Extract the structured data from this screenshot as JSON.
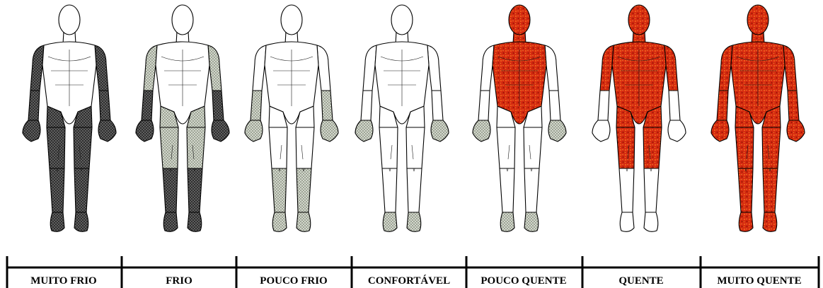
{
  "scale": {
    "labels": [
      "MUITO FRIO",
      "FRIO",
      "POUCO FRIO",
      "CONFORTÁVEL",
      "POUCO QUENTE",
      "QUENTE",
      "MUITO QUENTE"
    ]
  },
  "figures": [
    {
      "level": "MUITO FRIO",
      "shading": "dark-gray",
      "regions": [
        "arms",
        "hands",
        "lower-torso-sides",
        "legs",
        "feet"
      ]
    },
    {
      "level": "FRIO",
      "shading": "mixed-gray",
      "regions_light": [
        "upper-arms",
        "hips",
        "thighs"
      ],
      "regions_dark": [
        "forearms",
        "hands",
        "shins",
        "feet"
      ]
    },
    {
      "level": "POUCO FRIO",
      "shading": "light-gray",
      "regions": [
        "forearms",
        "hands",
        "shins",
        "feet"
      ]
    },
    {
      "level": "CONFORTÁVEL",
      "shading": "light-gray",
      "regions": [
        "hands",
        "feet"
      ]
    },
    {
      "level": "POUCO QUENTE",
      "shading": "red",
      "regions": [
        "head",
        "neck",
        "torso"
      ]
    },
    {
      "level": "QUENTE",
      "shading": "red",
      "regions": [
        "head",
        "neck",
        "torso",
        "upper-arms",
        "thighs"
      ]
    },
    {
      "level": "MUITO QUENTE",
      "shading": "red",
      "regions": [
        "whole-body"
      ]
    }
  ],
  "colors": {
    "dark_gray": "#5a5a5a",
    "light_gray": "#c6cbbf",
    "red": "#d42a10",
    "outline": "#000000"
  }
}
